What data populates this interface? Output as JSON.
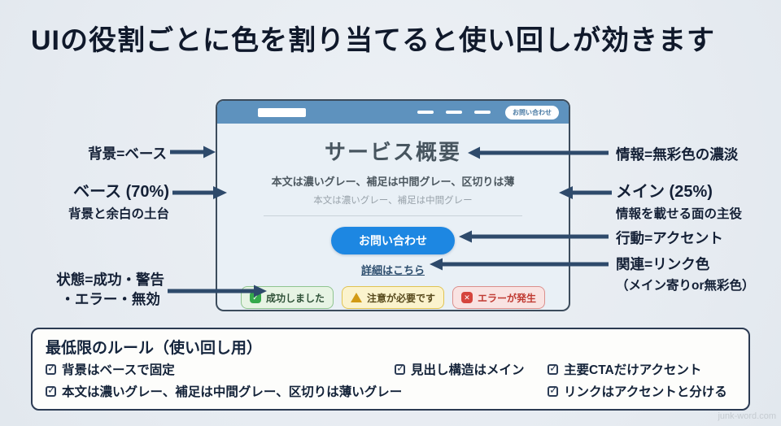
{
  "title": "UIの役割ごとに色を割り当てると使い回しが効きます",
  "mockup": {
    "header": {
      "cta_label": "お問い合わせ"
    },
    "heading": "サービス概要",
    "body_text": "本文は濃いグレー、補足は中間グレー、区切りは薄",
    "sub_text": "本文は濃いグレー、補足は中間グレー",
    "cta_label": "お問い合わせ",
    "link_label": "詳細はこちら",
    "badges": [
      {
        "type": "success",
        "label": "成功しました"
      },
      {
        "type": "warning",
        "label": "注意が必要です"
      },
      {
        "type": "error",
        "label": "エラーが発生"
      }
    ]
  },
  "annotations": {
    "left": [
      {
        "label": "背景=ベース"
      },
      {
        "label": "ベース (70%)",
        "sub": "背景と余白の土台"
      },
      {
        "label": "状態=成功・警告",
        "label2": "・エラー・無効"
      }
    ],
    "right": [
      {
        "label": "情報=無彩色の濃淡"
      },
      {
        "label": "メイン (25%)",
        "sub": "情報を載せる面の主役"
      },
      {
        "label": "行動=アクセント"
      },
      {
        "label": "関連=リンク色",
        "sub": "（メイン寄りor無彩色）"
      }
    ]
  },
  "rules_box": {
    "title": "最低限のルール（使い回し用）",
    "items": [
      "背景はベースで固定",
      "見出し構造はメイン",
      "主要CTAだけアクセント",
      "本文は濃いグレー、補足は中間グレー、区切りは薄いグレー",
      "リンクはアクセントと分ける"
    ]
  },
  "watermark": "junk-word.com",
  "colors": {
    "page_background": "#e8edf2",
    "card_background": "#e9f0f6",
    "card_border": "#3c4c5c",
    "header_blue": "#5e92be",
    "accent_cta": "#1d87e2",
    "link": "#2d4e6e",
    "heading_gray": "#47555f",
    "body_gray": "#4d5860",
    "sub_gray": "#98a2aa",
    "arrow_navy": "#2e4a6b",
    "success_green": "#35a94c",
    "warning_yellow": "#d29a15",
    "error_red": "#d5453d"
  }
}
